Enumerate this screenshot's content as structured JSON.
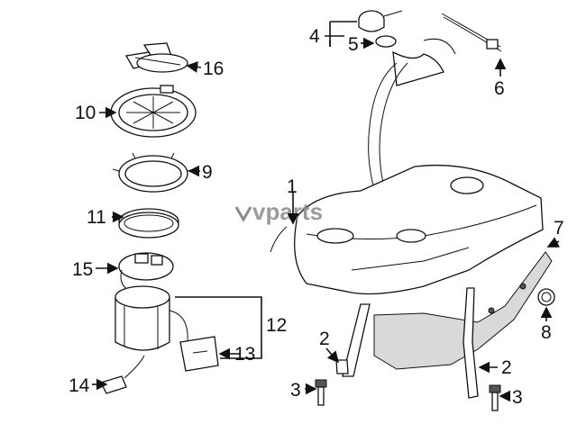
{
  "watermark": "vparts",
  "callouts": {
    "c1": "1",
    "c2a": "2",
    "c2b": "2",
    "c3a": "3",
    "c3b": "3",
    "c4": "4",
    "c5": "5",
    "c6": "6",
    "c7": "7",
    "c8": "8",
    "c9": "9",
    "c10": "10",
    "c11": "11",
    "c12": "12",
    "c13": "13",
    "c14": "14",
    "c15": "15",
    "c16": "16"
  }
}
